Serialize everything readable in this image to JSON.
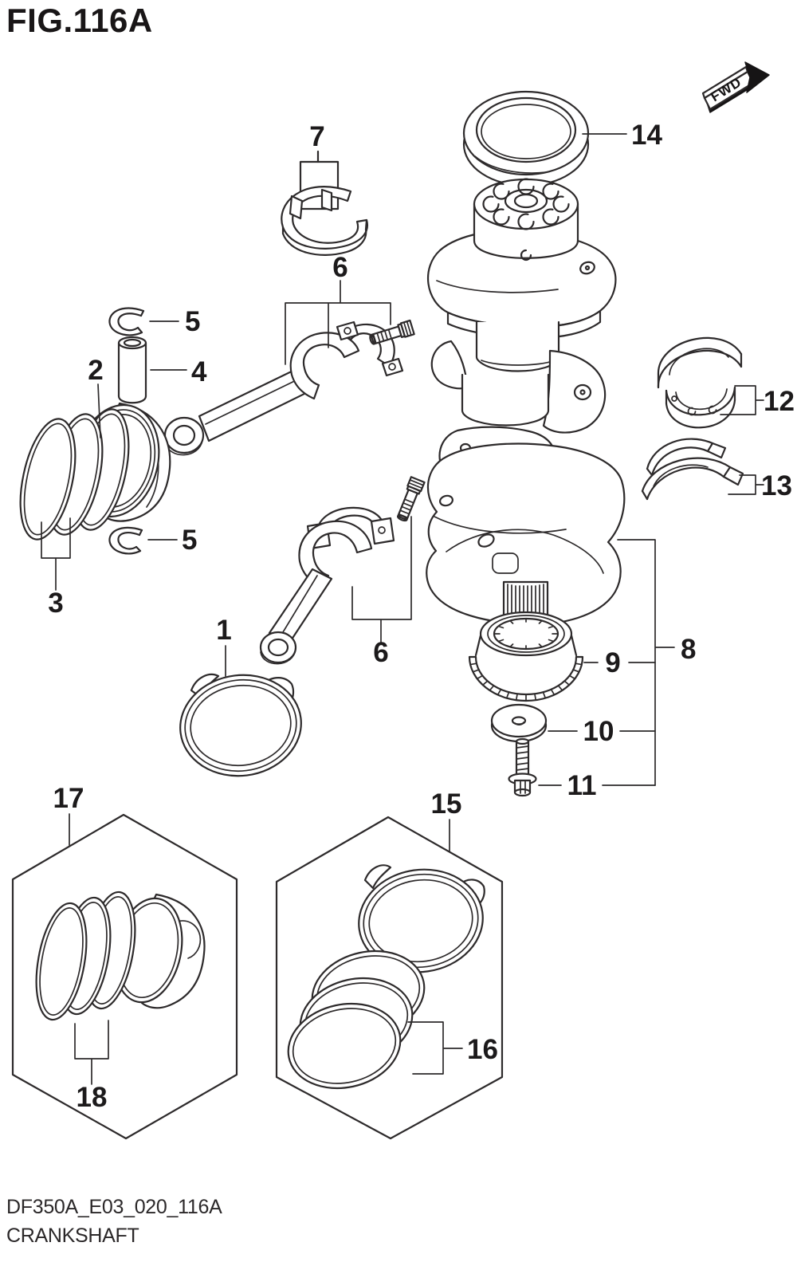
{
  "figure": {
    "title": "FIG.116A",
    "code": "DF350A_E03_020_116A",
    "caption": "CRANKSHAFT"
  },
  "fwd_marker": {
    "label": "FWD"
  },
  "colors": {
    "line": "#2d2a2b",
    "text": "#191617",
    "background": "#ffffff"
  },
  "callouts": [
    {
      "text": "7"
    },
    {
      "text": "14"
    },
    {
      "text": "6"
    },
    {
      "text": "5"
    },
    {
      "text": "2"
    },
    {
      "text": "4"
    },
    {
      "text": "12"
    },
    {
      "text": "13"
    },
    {
      "text": "5"
    },
    {
      "text": "3"
    },
    {
      "text": "1"
    },
    {
      "text": "6"
    },
    {
      "text": "8"
    },
    {
      "text": "9"
    },
    {
      "text": "10"
    },
    {
      "text": "11"
    },
    {
      "text": "17"
    },
    {
      "text": "15"
    },
    {
      "text": "16"
    },
    {
      "text": "18"
    }
  ]
}
